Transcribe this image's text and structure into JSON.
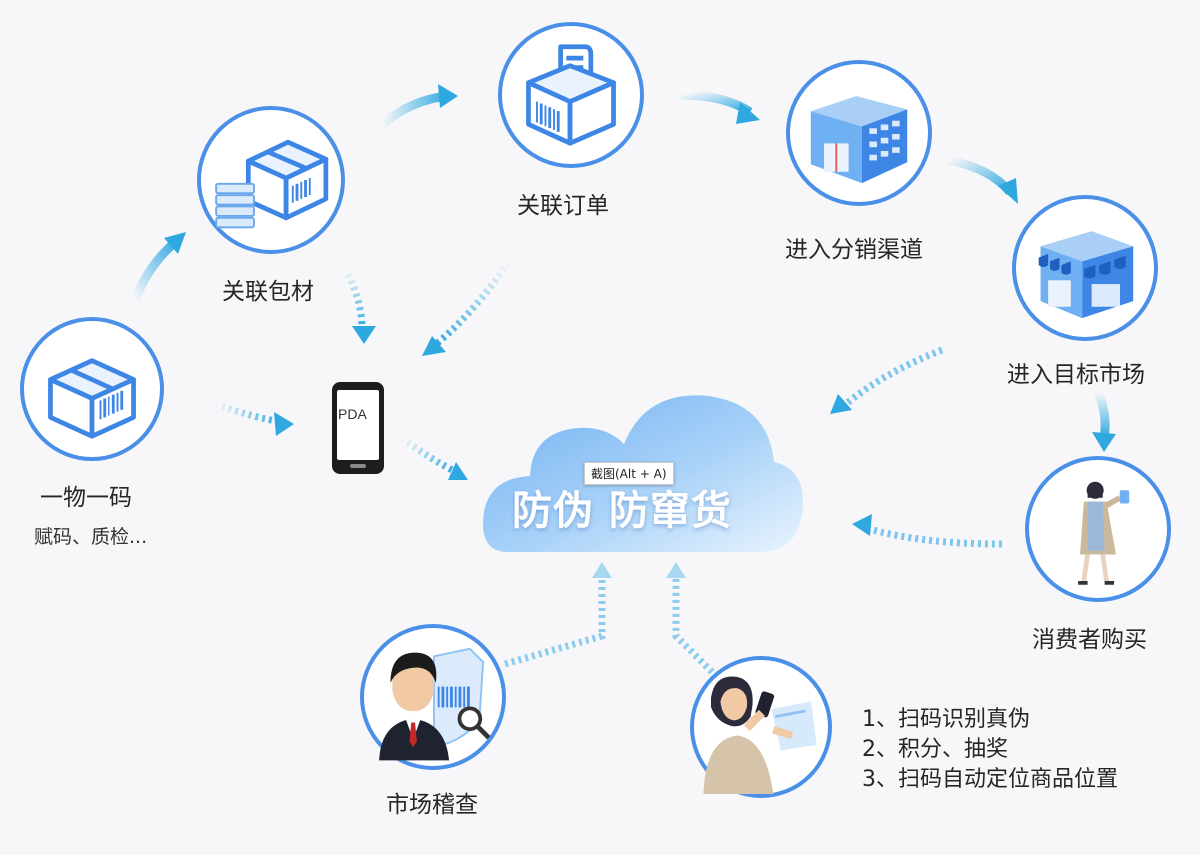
{
  "nodes": {
    "one_item_one_code": {
      "label": "一物一码",
      "sub": "赋码、质检...",
      "icon": "barcode-box-icon"
    },
    "link_packaging": {
      "label": "关联包材",
      "icon": "box-with-server-icon"
    },
    "link_order": {
      "label": "关联订单",
      "icon": "order-receipt-box-icon"
    },
    "distribution": {
      "label": "进入分销渠道",
      "icon": "warehouse-building-icon"
    },
    "target_market": {
      "label": "进入目标市场",
      "icon": "storefront-icon"
    },
    "consumer": {
      "label": "消费者购买",
      "icon": "consumer-woman-icon"
    },
    "market_inspection": {
      "label": "市场稽查",
      "icon": "inspector-icon"
    },
    "scan_user": {
      "icon": "scanning-phone-user-icon"
    }
  },
  "pda": {
    "text": "PDA",
    "icon": "pda-device-icon"
  },
  "cloud": {
    "title": "防伪 防窜货",
    "icon": "cloud-icon"
  },
  "tooltip": {
    "text": "截图(Alt + A)"
  },
  "features": [
    "1、扫码识别真伪",
    "2、积分、抽奖",
    "3、扫码自动定位商品位置"
  ],
  "colors": {
    "ring": "#4a8fe8",
    "arrow": "#2fa8e0",
    "icon_blue": "#3d86e6",
    "cloud": "#8fc1f5"
  }
}
